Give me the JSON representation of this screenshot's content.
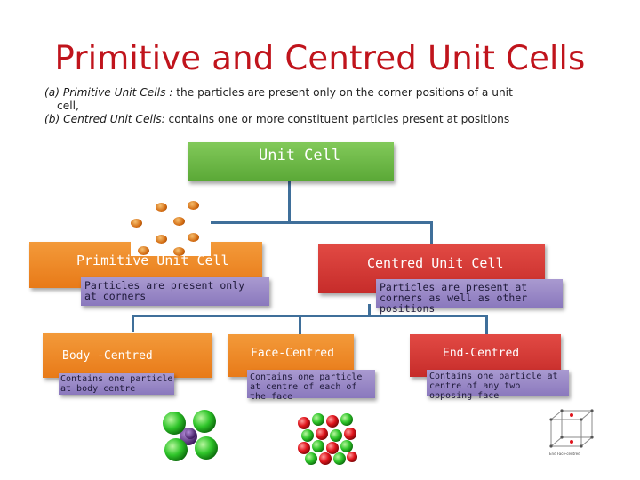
{
  "title": "Primitive and Centred Unit Cells",
  "definitions": {
    "a_term": "(a) Primitive Unit Cells :",
    "a_text": " the particles are present only on the corner positions of a unit",
    "a_cont": "cell,",
    "b_term": "(b) Centred Unit Cells:",
    "b_text": " contains one or more constituent particles present at positions"
  },
  "diagram": {
    "root": "Unit Cell",
    "primitive": {
      "label": "Primitive Unit Cell",
      "desc": "Particles are present only at corners"
    },
    "centred": {
      "label": "Centred Unit Cell",
      "desc": "Particles are present at corners as well as other positions"
    },
    "body": {
      "label": "Body -Centred",
      "desc": "Contains one particle at body centre"
    },
    "face": {
      "label": "Face-Centred",
      "desc": "Contains one particle at centre of each of the face"
    },
    "end": {
      "label": "End-Centred",
      "desc": "Contains one particle at centre of any two opposing face"
    },
    "end_image_caption": "End Face-centred"
  },
  "colors": {
    "title": "#c0141c",
    "root_box": "#6bb946",
    "primitive_box": "#ef8a28",
    "centred_box": "#d43a36",
    "desc_box": "#9a89c6",
    "connector": "#3f6f9a"
  }
}
